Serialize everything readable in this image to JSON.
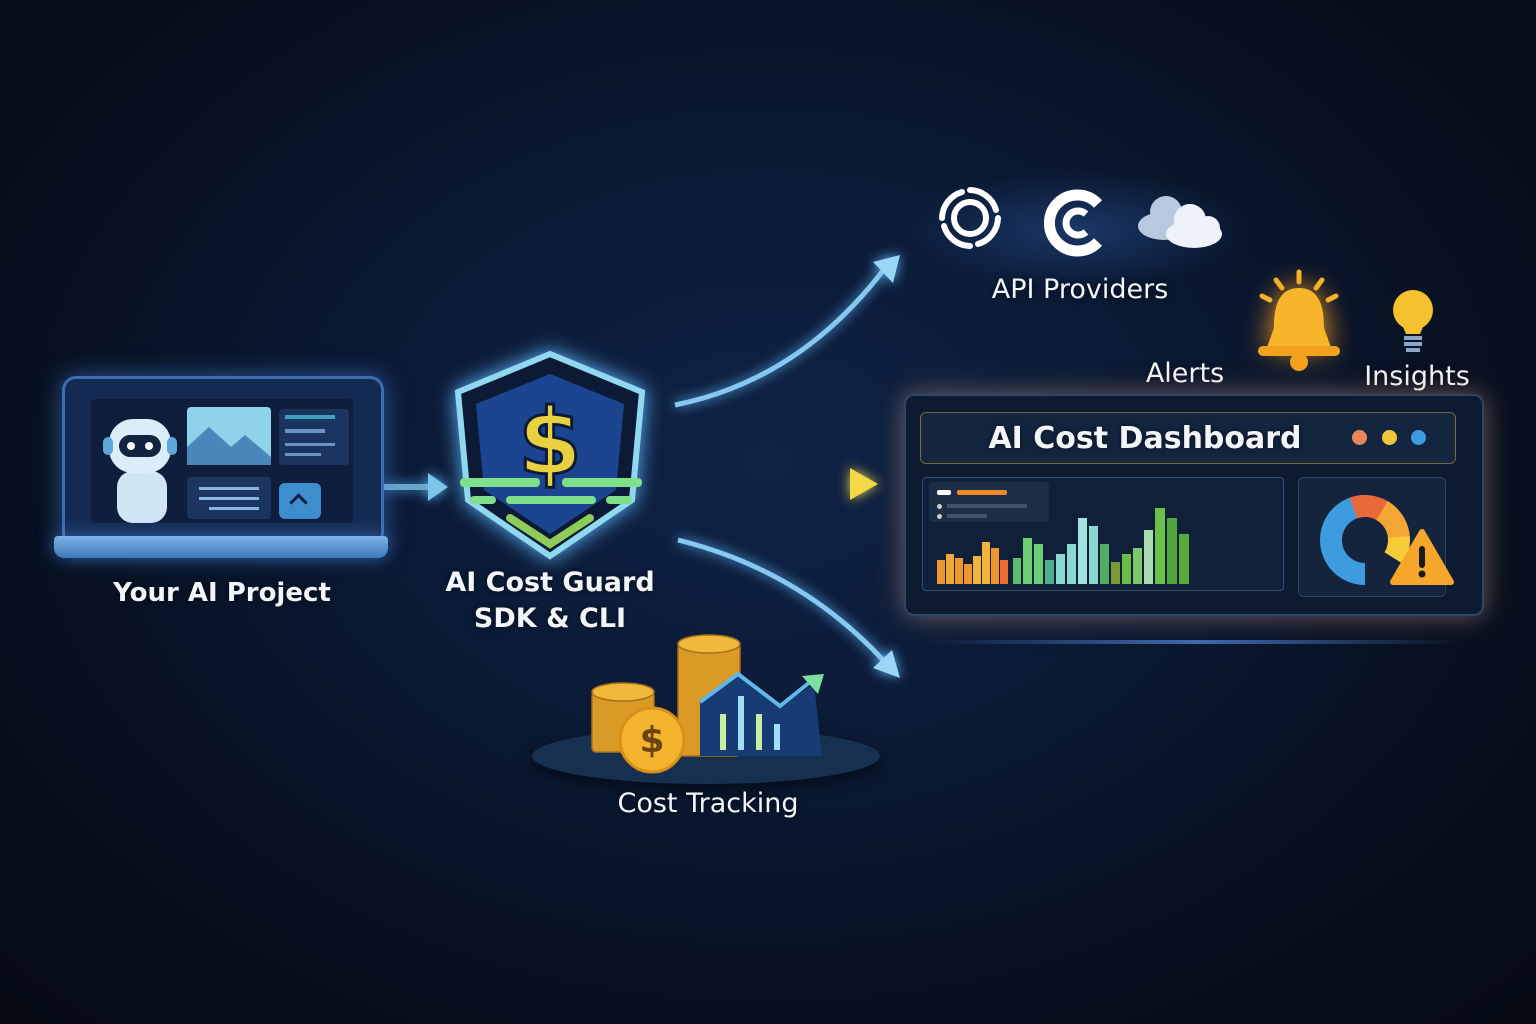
{
  "nodes": {
    "project": {
      "label": "Your AI Project",
      "icon": "laptop-robot-icon"
    },
    "guard": {
      "label_line1": "AI Cost Guard",
      "label_line2": "SDK & CLI",
      "icon": "shield-dollar-icon"
    },
    "providers": {
      "label": "API Providers",
      "icons": [
        "openai-swirl-icon",
        "c-logo-icon",
        "cloud-icon"
      ]
    },
    "alerts": {
      "label": "Alerts",
      "icon": "bell-icon"
    },
    "insights": {
      "label": "Insights",
      "icon": "lightbulb-icon"
    },
    "dashboard": {
      "title": "AI Cost Dashboard",
      "window_dots": [
        "#e8875a",
        "#f2c53d",
        "#3d9be0"
      ]
    },
    "tracking": {
      "label": "Cost Tracking",
      "icon": "coins-chart-icon"
    }
  },
  "edges": [
    {
      "from": "project",
      "to": "guard",
      "color": "#7cc4e8"
    },
    {
      "from": "guard",
      "to": "providers",
      "color": "#7cc4e8"
    },
    {
      "from": "guard",
      "to": "dashboard",
      "color": "#f0d74a"
    },
    {
      "from": "guard",
      "to": "tracking-direction",
      "color": "#7cc4e8"
    }
  ],
  "colors": {
    "accent_blue": "#3d9be0",
    "accent_yellow": "#f2c53d",
    "accent_green": "#6ac05a",
    "accent_orange": "#f0962e",
    "background": "#07101f"
  }
}
